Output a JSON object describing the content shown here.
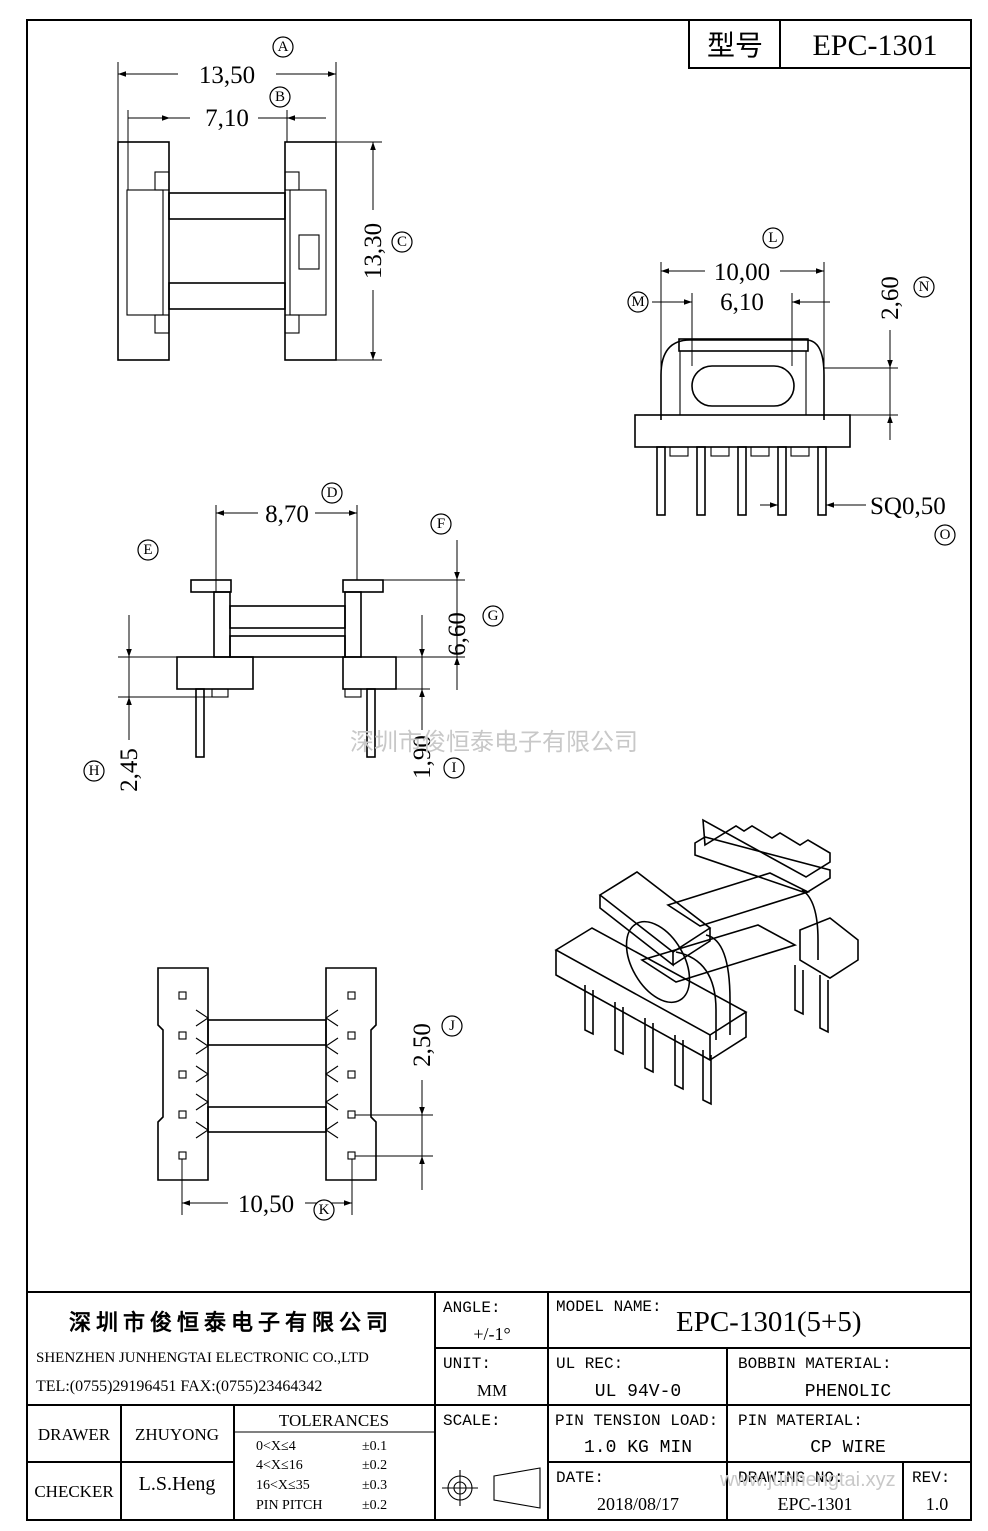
{
  "header": {
    "model_label": "型号",
    "model_value": "EPC-1301"
  },
  "dimensions": {
    "A": "13,50",
    "B": "7,10",
    "C": "13,30",
    "D": "8,70",
    "G": "6,60",
    "H": "2,45",
    "I": "1,90",
    "J": "2,50",
    "K": "10,50",
    "L": "10,00",
    "M": "6,10",
    "N": "2,60",
    "O": "SQ0,50"
  },
  "callouts": [
    "A",
    "B",
    "C",
    "D",
    "E",
    "F",
    "G",
    "H",
    "I",
    "J",
    "K",
    "L",
    "M",
    "N",
    "O"
  ],
  "watermark": {
    "center": "深圳市俊恒泰电子有限公司",
    "corner": "www.junhengtai.xyz"
  },
  "title_block": {
    "company_cn": "深圳市俊恒泰电子有限公司",
    "company_en": "SHENZHEN JUNHENGTAI ELECTRONIC CO.,LTD",
    "contact": "TEL:(0755)29196451 FAX:(0755)23464342",
    "angle_label": "ANGLE:",
    "angle_value": "+/-1°",
    "unit_label": "UNIT:",
    "unit_value": "MM",
    "scale_label": "SCALE:",
    "model_name_label": "MODEL NAME:",
    "model_name_value": "EPC-1301(5+5)",
    "ul_rec_label": "UL REC:",
    "ul_rec_value": "UL 94V-0",
    "bobbin_material_label": "BOBBIN MATERIAL:",
    "bobbin_material_value": "PHENOLIC",
    "pin_tension_label": "PIN TENSION LOAD:",
    "pin_tension_value": "1.0 KG MIN",
    "pin_material_label": "PIN MATERIAL:",
    "pin_material_value": "CP WIRE",
    "date_label": "DATE:",
    "date_value": "2018/08/17",
    "drawing_no_label": "DRAWING NO:",
    "drawing_no_value": "EPC-1301",
    "rev_label": "REV:",
    "rev_value": "1.0",
    "drawer_label": "DRAWER",
    "drawer_value": "ZHUYONG",
    "checker_label": "CHECKER",
    "checker_value": "L.S.Heng",
    "tolerances_title": "TOLERANCES",
    "tolerances": [
      {
        "range": "0<X≤4",
        "value": "±0.1"
      },
      {
        "range": "4<X≤16",
        "value": "±0.2"
      },
      {
        "range": "16<X≤35",
        "value": "±0.3"
      },
      {
        "range": "PIN PITCH",
        "value": "±0.2"
      }
    ]
  }
}
